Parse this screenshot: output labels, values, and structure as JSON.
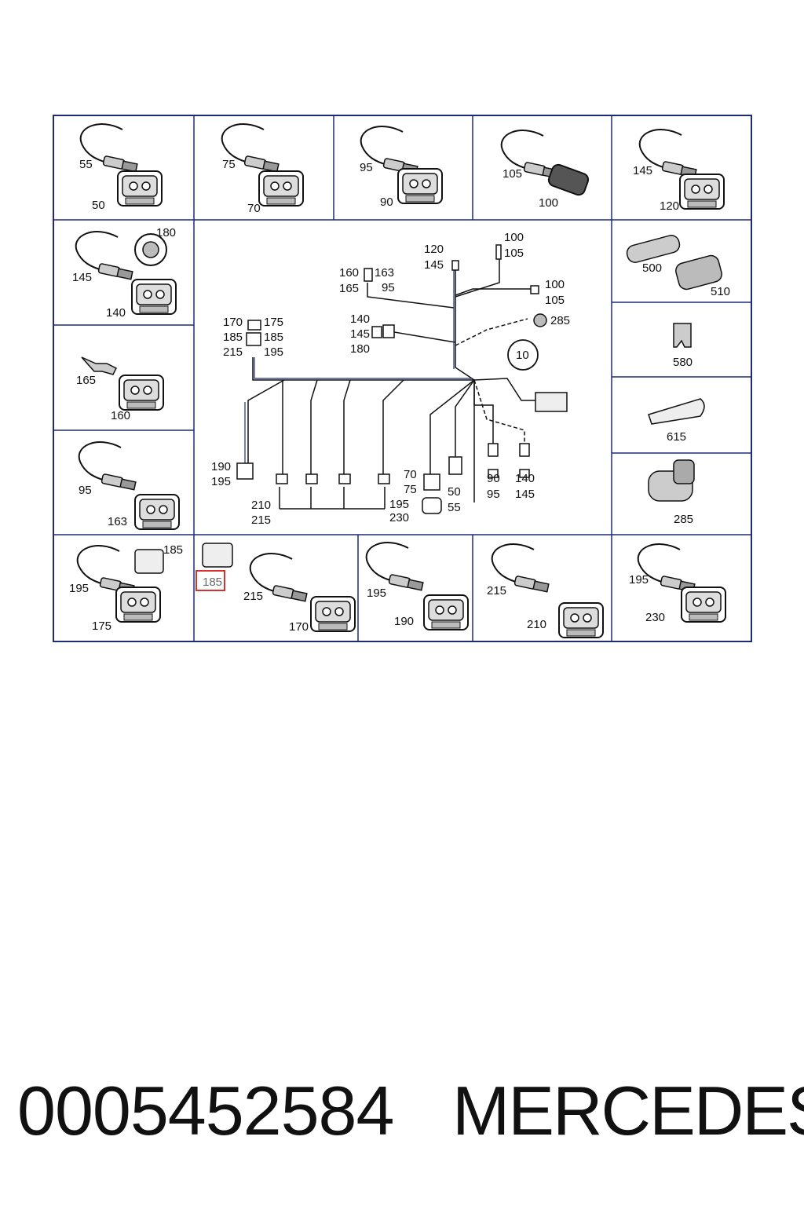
{
  "footer": {
    "part_number": "0005452584",
    "brand": "MERCEDES"
  },
  "cells": {
    "c55_50": [
      "55",
      "50"
    ],
    "c75_70": [
      "75",
      "70"
    ],
    "c95_90": [
      "95",
      "90"
    ],
    "c105_100": [
      "105",
      "100"
    ],
    "c145_120": [
      "145",
      "120"
    ],
    "c180_145_140": [
      "180",
      "145",
      "140"
    ],
    "c165_160": [
      "165",
      "160"
    ],
    "c95_163": [
      "95",
      "163"
    ],
    "c500_510": [
      "500",
      "510"
    ],
    "c580": [
      "580"
    ],
    "c615": [
      "615"
    ],
    "c285": [
      "285"
    ],
    "c185_195_175": [
      "185",
      "195",
      "175"
    ],
    "c185_215_170": [
      "185",
      "215",
      "170"
    ],
    "c195_190": [
      "195",
      "190"
    ],
    "c215_210": [
      "215",
      "210"
    ],
    "c195_230": [
      "195",
      "230"
    ]
  },
  "center": {
    "ring": "10",
    "labels": [
      "120",
      "145",
      "100",
      "105",
      "160",
      "163",
      "165",
      "95",
      "100",
      "105",
      "140",
      "145",
      "180",
      "285",
      "170",
      "175",
      "185",
      "185",
      "215",
      "195",
      "190",
      "195",
      "210",
      "215",
      "195",
      "230",
      "70",
      "75",
      "50",
      "55",
      "90",
      "95",
      "140",
      "145"
    ]
  },
  "highlight": "185",
  "colors": {
    "frame": "#1d2a7a",
    "highlight": "#d9322e",
    "wire_blue": "#1d2a7a"
  }
}
